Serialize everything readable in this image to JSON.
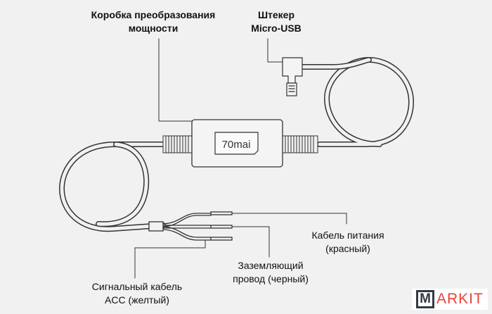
{
  "labels": {
    "converter_box": [
      "Коробка преобразования",
      "мощности"
    ],
    "micro_usb": [
      "Штекер",
      "Micro-USB"
    ],
    "power_cable": [
      "Кабель питания",
      "(красный)"
    ],
    "ground_wire": [
      "Заземляющий",
      "провод (черный)"
    ],
    "acc_cable": [
      "Сигнальный кабель",
      "ACC (желтый)"
    ]
  },
  "device_logo": "70mai",
  "watermark": {
    "letter": "M",
    "text": "ARKIT"
  },
  "colors": {
    "line": "#333333",
    "background": "#f1f1f1",
    "watermark_red": "#e8433b"
  }
}
